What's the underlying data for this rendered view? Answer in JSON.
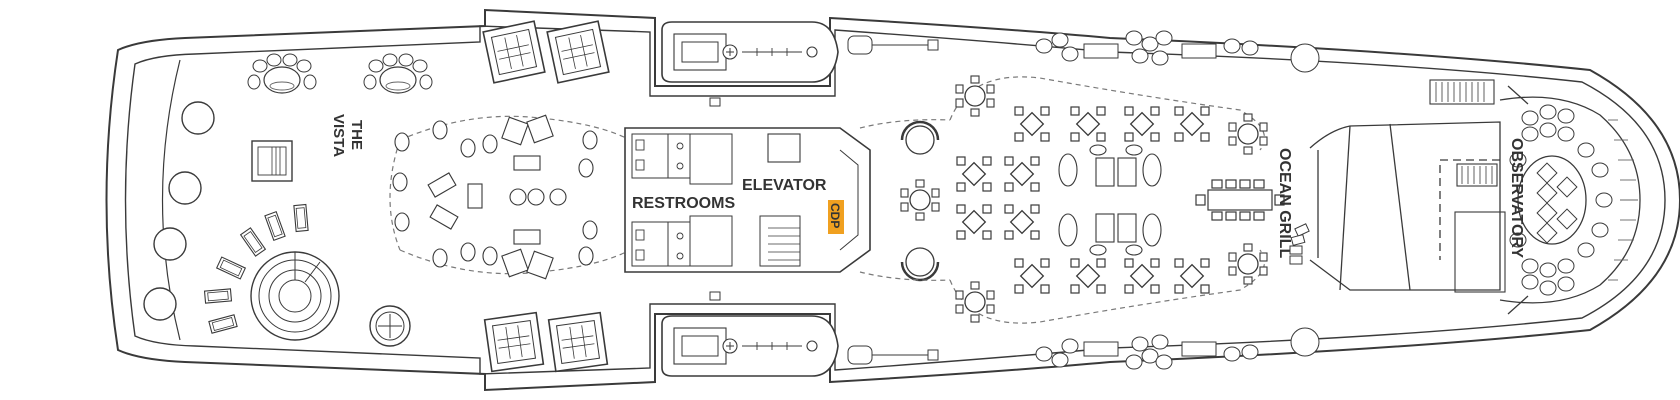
{
  "deck": {
    "labels": {
      "the_vista_line1": "THE",
      "the_vista_line2": "VISTA",
      "restrooms": "RESTROOMS",
      "elevator": "ELEVATOR",
      "cdp": "CDP",
      "ocean_grill": "OCEAN GRILL",
      "observatory": "OBSERVATORY"
    },
    "colors": {
      "line": "#3a3a3a",
      "light_line": "#8a8a8a",
      "dashed": "#7a7a7a",
      "cdp_badge": "#f0a020",
      "background": "#ffffff"
    },
    "icons": [
      "deck-outline",
      "lifeboat-icon",
      "tender-boat-icon",
      "table-icon",
      "lounge-chair-icon",
      "stair-icon",
      "elevator-icon",
      "spiral-stair-icon",
      "compass-icon"
    ]
  }
}
